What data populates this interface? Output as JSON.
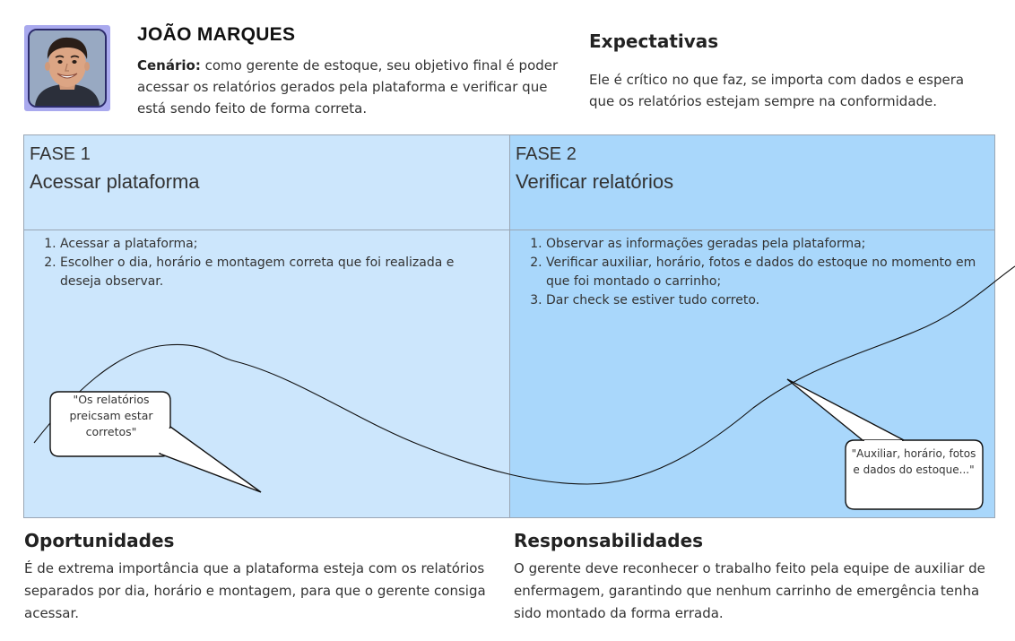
{
  "persona": {
    "name": "JOÃO MARQUES",
    "scenario_label": "Cenário:",
    "scenario_text": " como gerente de estoque, seu objetivo final é poder acessar os relatórios gerados pela plataforma e verificar que está sendo feito de forma correta."
  },
  "expectations": {
    "title": "Expectativas",
    "text": "Ele é crítico no que faz, se importa com dados e espera que os relatórios estejam sempre na conformidade."
  },
  "phases": [
    {
      "number": "FASE 1",
      "title": "Acessar plataforma",
      "steps": [
        "Acessar a plataforma;",
        "Escolher o dia, horário e montagem correta que foi realizada e deseja observar."
      ]
    },
    {
      "number": "FASE 2",
      "title": "Verificar relatórios",
      "steps": [
        "Observar as informações geradas pela plataforma;",
        "Verificar auxiliar, horário, fotos e dados do estoque no momento em que foi montado o carrinho;",
        "Dar check se estiver tudo correto."
      ]
    }
  ],
  "quotes": [
    "\"Os relatórios preicsam estar corretos\"",
    "\"Auxiliar, horário, fotos e dados do estoque...\""
  ],
  "opportunities": {
    "title": "Oportunidades",
    "text": "É de extrema importância que a plataforma esteja com os relatórios separados por dia, horário e montagem, para que o gerente consiga acessar."
  },
  "responsibilities": {
    "title": "Responsabilidades",
    "text": "O gerente deve reconhecer o trabalho feito pela equipe de auxiliar de enfermagem, garantindo que nenhum carrinho de emergência tenha sido montado da forma errada."
  }
}
